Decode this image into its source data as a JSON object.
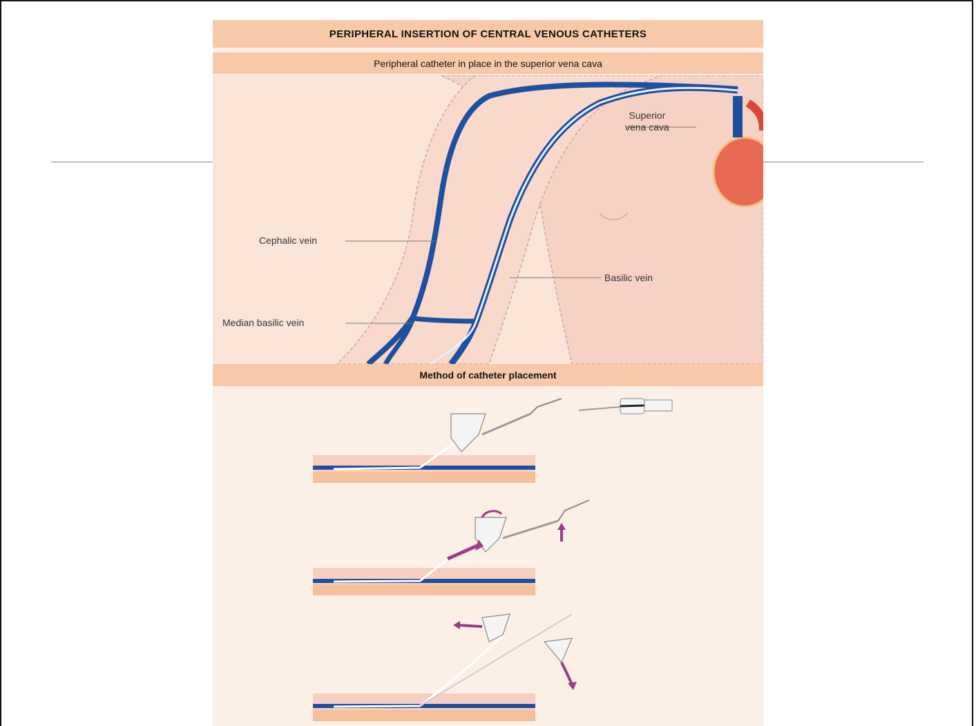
{
  "figure": {
    "title": "PERIPHERAL INSERTION OF CENTRAL VENOUS CATHETERS",
    "subtitle": "Peripheral catheter in place in the superior vena cava",
    "method_heading": "Method of catheter placement"
  },
  "labels": {
    "superior_vena_cava_line1": "Superior",
    "superior_vena_cava_line2": "vena cava",
    "cephalic_vein": "Cephalic vein",
    "basilic_vein": "Basilic vein",
    "median_basilic_vein": "Median basilic vein"
  },
  "colors": {
    "band": "#f8c9a8",
    "vein": "#1f4fa0",
    "skin": "#f7cfc0",
    "arrow": "#9c3b86",
    "heart": "#e86a55"
  }
}
